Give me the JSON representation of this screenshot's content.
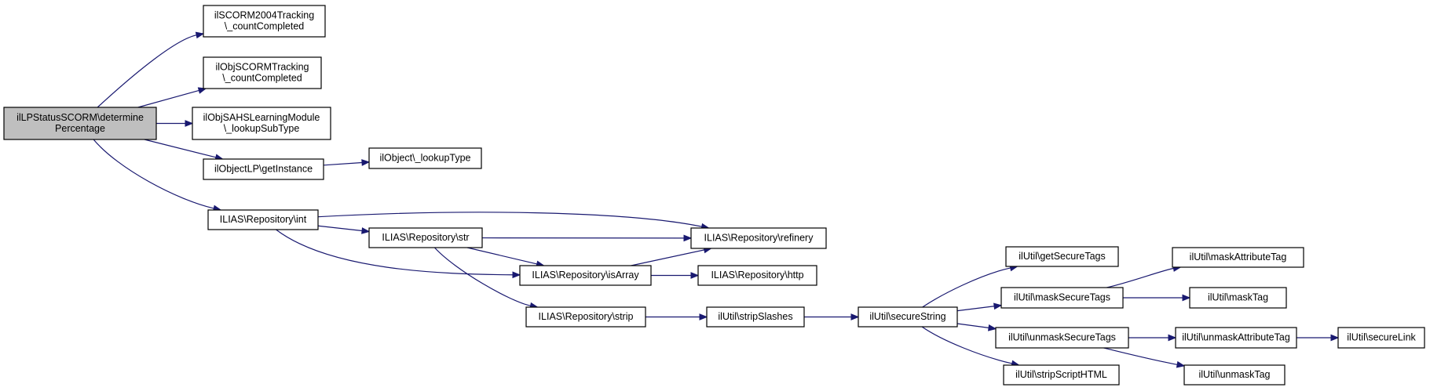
{
  "diagram": {
    "colors": {
      "edge": "#191970",
      "root_fill": "#bfbfbf",
      "node_fill": "#ffffff",
      "border": "#000000"
    },
    "nodes": {
      "root": {
        "lines": [
          "ilLPStatusSCORM\\determine",
          "Percentage"
        ]
      },
      "scorm2004": {
        "lines": [
          "ilSCORM2004Tracking",
          "\\_countCompleted"
        ]
      },
      "objscorm": {
        "lines": [
          "ilObjSCORMTracking",
          "\\_countCompleted"
        ]
      },
      "sahs": {
        "lines": [
          "ilObjSAHSLearningModule",
          "\\_lookupSubType"
        ]
      },
      "objectlp": {
        "lines": [
          "ilObjectLP\\getInstance"
        ]
      },
      "lookuptype": {
        "lines": [
          "ilObject\\_lookupType"
        ]
      },
      "int": {
        "lines": [
          "ILIAS\\Repository\\int"
        ]
      },
      "str": {
        "lines": [
          "ILIAS\\Repository\\str"
        ]
      },
      "refinery": {
        "lines": [
          "ILIAS\\Repository\\refinery"
        ]
      },
      "isarray": {
        "lines": [
          "ILIAS\\Repository\\isArray"
        ]
      },
      "http": {
        "lines": [
          "ILIAS\\Repository\\http"
        ]
      },
      "strip": {
        "lines": [
          "ILIAS\\Repository\\strip"
        ]
      },
      "stripslashes": {
        "lines": [
          "ilUtil\\stripSlashes"
        ]
      },
      "securestring": {
        "lines": [
          "ilUtil\\secureString"
        ]
      },
      "getsecuretags": {
        "lines": [
          "ilUtil\\getSecureTags"
        ]
      },
      "masksecuretags": {
        "lines": [
          "ilUtil\\maskSecureTags"
        ]
      },
      "unmasksecuretags": {
        "lines": [
          "ilUtil\\unmaskSecureTags"
        ]
      },
      "stripscripthtml": {
        "lines": [
          "ilUtil\\stripScriptHTML"
        ]
      },
      "maskattributetag": {
        "lines": [
          "ilUtil\\maskAttributeTag"
        ]
      },
      "masktag": {
        "lines": [
          "ilUtil\\maskTag"
        ]
      },
      "unmaskattributetag": {
        "lines": [
          "ilUtil\\unmaskAttributeTag"
        ]
      },
      "unmasktag": {
        "lines": [
          "ilUtil\\unmaskTag"
        ]
      },
      "securelink": {
        "lines": [
          "ilUtil\\secureLink"
        ]
      }
    },
    "edges": [
      [
        "root",
        "scorm2004"
      ],
      [
        "root",
        "objscorm"
      ],
      [
        "root",
        "sahs"
      ],
      [
        "root",
        "objectlp"
      ],
      [
        "root",
        "int"
      ],
      [
        "objectlp",
        "lookuptype"
      ],
      [
        "int",
        "str"
      ],
      [
        "int",
        "refinery"
      ],
      [
        "int",
        "isarray"
      ],
      [
        "str",
        "refinery"
      ],
      [
        "str",
        "isarray"
      ],
      [
        "str",
        "strip"
      ],
      [
        "isarray",
        "refinery"
      ],
      [
        "isarray",
        "http"
      ],
      [
        "strip",
        "stripslashes"
      ],
      [
        "stripslashes",
        "securestring"
      ],
      [
        "securestring",
        "getsecuretags"
      ],
      [
        "securestring",
        "masksecuretags"
      ],
      [
        "securestring",
        "unmasksecuretags"
      ],
      [
        "securestring",
        "stripscripthtml"
      ],
      [
        "masksecuretags",
        "maskattributetag"
      ],
      [
        "masksecuretags",
        "masktag"
      ],
      [
        "unmasksecuretags",
        "unmaskattributetag"
      ],
      [
        "unmasksecuretags",
        "unmasktag"
      ],
      [
        "unmaskattributetag",
        "securelink"
      ]
    ]
  }
}
